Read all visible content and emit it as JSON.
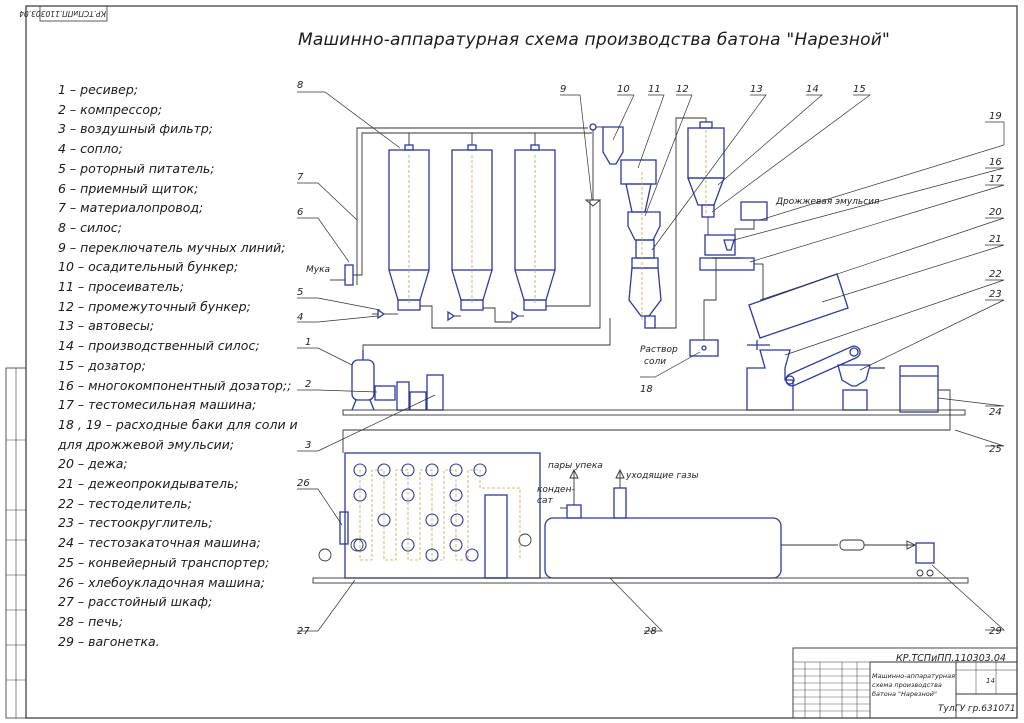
{
  "title": "Машинно-аппаратурная схема производства батона \"Нарезной\"",
  "corner_code": "КР.ТСПиПП.110303.04",
  "legend": [
    "1 – ресивер;",
    "2 – компрессор;",
    "3 – воздушный фильтр;",
    "4 – сопло;",
    "5 – роторный питатель;",
    "6 – приемный щиток;",
    "7 – материалопровод;",
    "8 – силос;",
    "9 – переключатель мучных линий;",
    "10 – осадительный бункер;",
    "11 – просеиватель;",
    "12 – промежуточный бункер;",
    "13 – автовесы;",
    "14 – производственный силос;",
    "15 – дозатор;",
    "16 – многокомпонентный дозатор;;",
    "17 – тестомесильная машина;",
    "18 , 19 – расходные баки для соли и",
    "для дрожжевой эмульсии;",
    "20 – дежа;",
    "21 – дежеопрокидыватель;",
    "22 – тестоделитель;",
    "23 – тестоокруглитель;",
    "24 – тестозакаточная машина;",
    "25 – конвейерный транспортер;",
    "26 – хлебоукладочная машина;",
    "27 – расстойный шкаф;",
    "28 – печь;",
    "29 – вагонетка."
  ],
  "labels": {
    "flour": "Мука",
    "yeast": "Дрожжевая эмульсия",
    "salt_line1": "Раствор",
    "salt_line2": "соли",
    "vapors": "пары упека",
    "gases": "уходящие газы",
    "condensate_line1": "конден-",
    "condensate_line2": "сат"
  },
  "numbers": [
    "1",
    "2",
    "3",
    "4",
    "5",
    "6",
    "7",
    "8",
    "9",
    "10",
    "11",
    "12",
    "13",
    "14",
    "15",
    "16",
    "17",
    "18",
    "19",
    "20",
    "21",
    "22",
    "23",
    "24",
    "25",
    "26",
    "27",
    "28",
    "29"
  ],
  "stamp": {
    "code": "КР.ТСПиПП.110303.04",
    "title": "Машинно-аппаратурная схема производства батона \"Нарезной\"",
    "sheet": "14",
    "org": "ТулГУ гр.631071"
  }
}
